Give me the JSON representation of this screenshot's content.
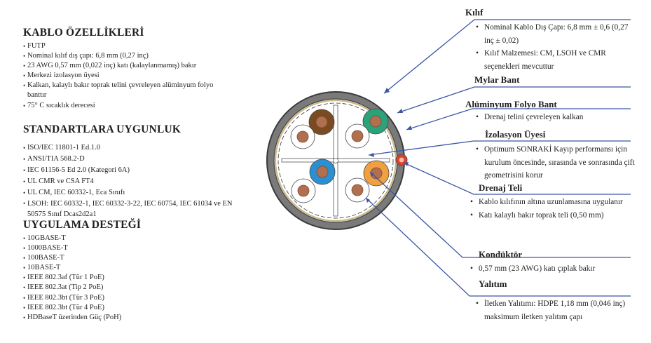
{
  "left": {
    "specs_title": "KABLO ÖZELLİKLERİ",
    "specs": [
      "FUTP",
      "Nominal kılıf dış çapı: 6,8 mm (0,27 inç)",
      "23 AWG 0,57 mm (0,022 inç) katı (kalaylanmamış) bakır",
      "Merkezi izolasyon üyesi",
      "Kalkan, kalaylı bakır toprak telini çevreleyen alüminyum folyo banttır",
      "75° C sıcaklık derecesi"
    ],
    "standards_title": "STANDARTLARA UYGUNLUK",
    "standards": [
      "ISO/IEC 11801-1 Ed.1.0",
      "ANSI/TIA 568.2-D",
      "IEC 61156-5 Ed 2.0 (Kategori 6A)",
      "UL CMR ve CSA FT4",
      "UL CM, IEC 60332-1, Eca Sınıfı",
      "LSOH: IEC 60332-1, IEC 60332-3-22, IEC 60754, IEC 61034 ve EN 50575 Sınıf Dcas2d2a1"
    ],
    "application_title": "UYGULAMA DESTEĞİ",
    "application": [
      "10GBASE-T",
      "1000BASE-T",
      "100BASE-T",
      "10BASE-T",
      "IEEE 802.3af (Tür 1 PoE)",
      "IEEE 802.3at (Tip 2 PoE)",
      "IEEE 802.3bt (Tür 3 PoE)",
      "IEEE 802.3bt (Tür 4 PoE)",
      "HDBaseT üzerinden Güç (PoH)"
    ]
  },
  "callouts": {
    "kilif": {
      "title": "Kılıf",
      "items": [
        "Nominal Kablo Dış Çapı: 6,8 mm ± 0,6 (0,27 inç ± 0,02)",
        "Kılıf Malzemesi: CM, LSOH ve CMR seçenekleri mevcuttur"
      ]
    },
    "mylar": {
      "title": "Mylar Bant"
    },
    "folyo": {
      "title": "Alüminyum Folyo Bant",
      "items": [
        "Drenaj telini çevreleyen kalkan"
      ]
    },
    "izolasyon": {
      "title": "İzolasyon Üyesi",
      "items": [
        "Optimum SONRAKİ Kayıp performansı için kurulum öncesinde, sırasında ve sonrasında çift geometrisini korur"
      ]
    },
    "drenaj": {
      "title": "Drenaj Teli",
      "items": [
        "Kablo kılıfının altına uzunlamasına uygulanır",
        "Katı kalaylı bakır toprak teli (0,50 mm)"
      ]
    },
    "kondukto": {
      "title": "Kondüktör",
      "items": [
        "0,57 mm (23 AWG) katı çıplak bakır"
      ]
    },
    "yalitim": {
      "title": "Yalıtım",
      "items": [
        "İletken Yalıtımı: HDPE 1,18 mm (0,046 inç) maksimum iletken yalıtım çapı"
      ]
    }
  },
  "colors": {
    "leader_line": "#3a56a5",
    "jacket": "#6b6b6b",
    "pair_brown": "#7a4a22",
    "pair_green": "#2aa37a",
    "pair_blue": "#2c8fd0",
    "pair_orange": "#f0a040",
    "copper": "#b07050",
    "drain_red": "#e0402a"
  }
}
